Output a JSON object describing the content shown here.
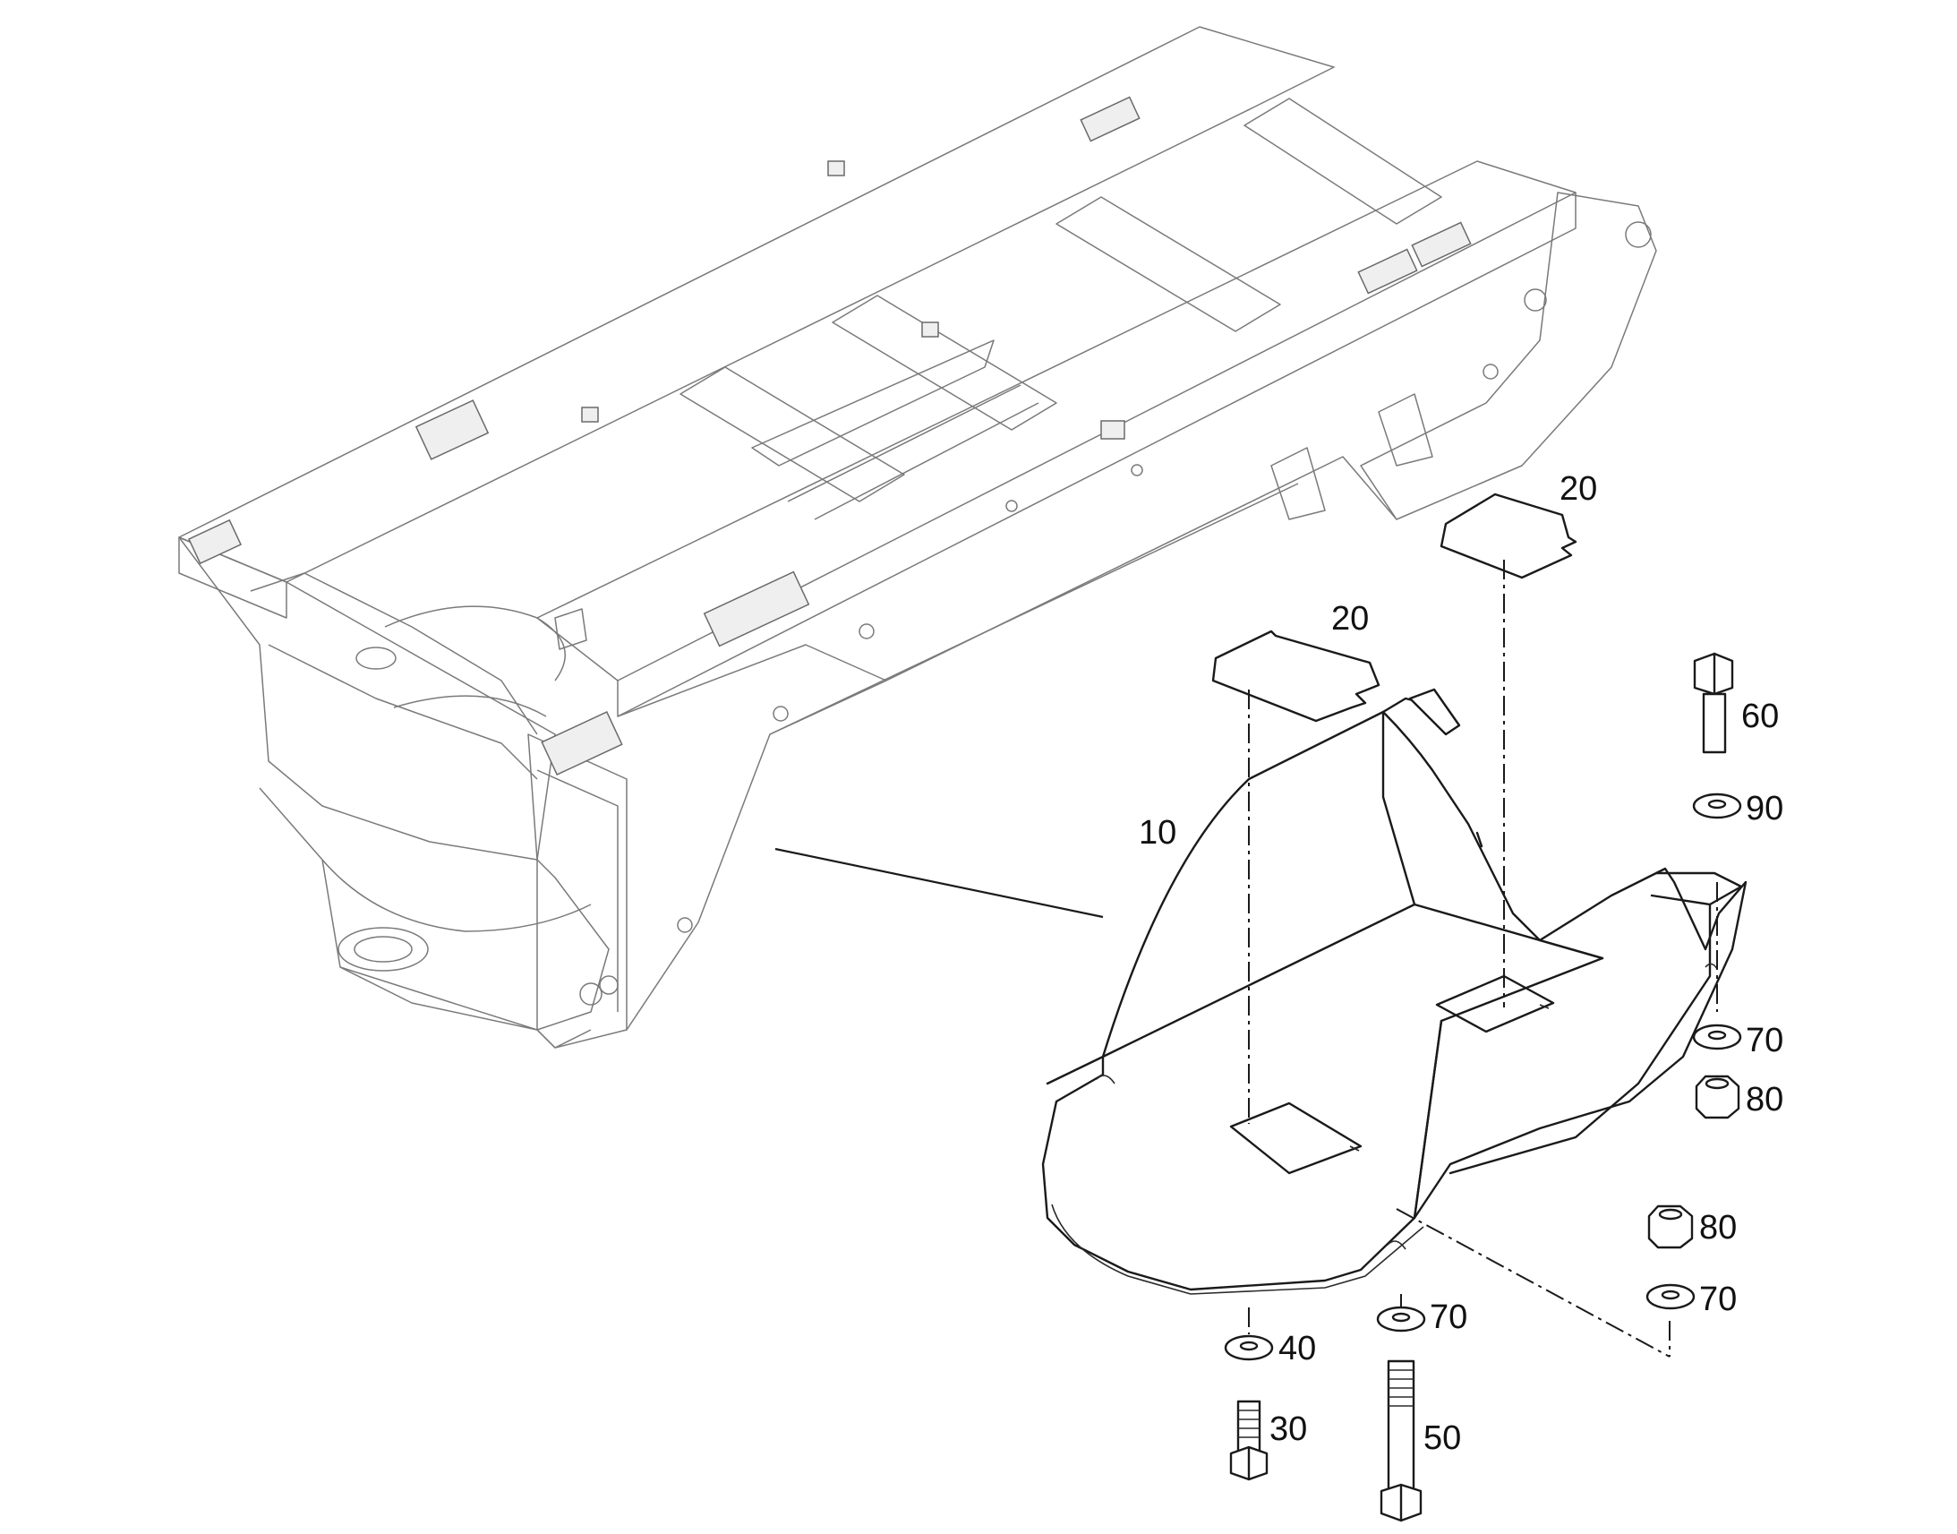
{
  "diagram": {
    "callouts": {
      "c10": "10",
      "c20a": "20",
      "c20b": "20",
      "c30": "30",
      "c40": "40",
      "c50": "50",
      "c60": "60",
      "c70a": "70",
      "c70b": "70",
      "c70c": "70",
      "c80a": "80",
      "c80b": "80",
      "c90": "90"
    }
  }
}
